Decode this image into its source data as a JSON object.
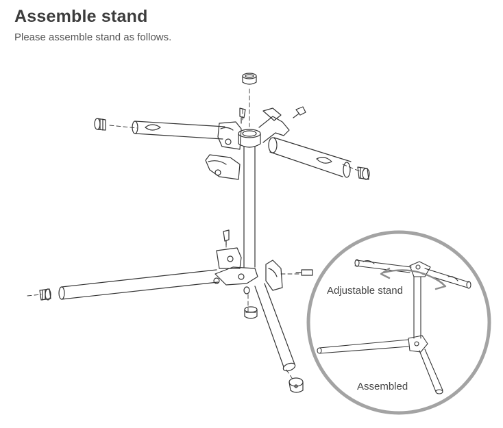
{
  "header": {
    "title": "Assemble stand",
    "subtitle": "Please assemble stand as follows."
  },
  "callout": {
    "adjustable_label": "Adjustable stand",
    "assembled_label": "Assembled"
  },
  "colors": {
    "line": "#333333",
    "circle": "#a3a3a3",
    "accent_arrow": "#8c8c8c"
  },
  "icons": [
    "end-cap-icon",
    "screw-icon",
    "clamp-icon",
    "stand-tube-icon",
    "rotation-arrow-icon"
  ]
}
